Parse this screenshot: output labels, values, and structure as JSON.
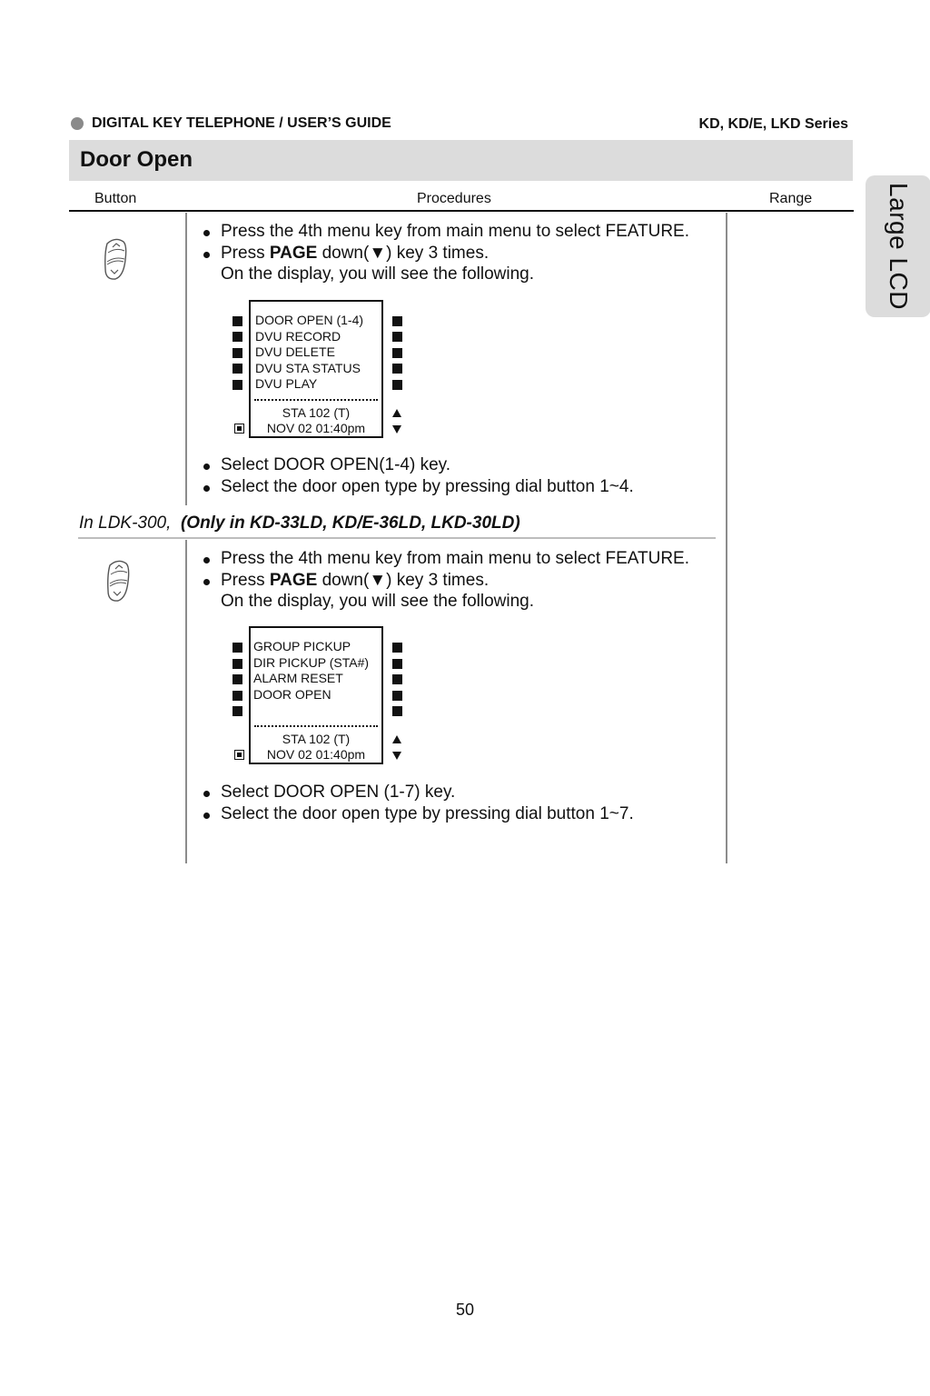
{
  "header": {
    "guide": "DIGITAL KEY TELEPHONE / USER’S GUIDE",
    "series": "KD, KD/E, LKD Series"
  },
  "title": "Door Open",
  "side_tab": "Large LCD",
  "columns": {
    "button": "Button",
    "procedures": "Procedures",
    "range": "Range"
  },
  "section1": {
    "step1": "Press the 4th menu key from main menu to select FEATURE.",
    "step2_pre": "Press ",
    "step2_bold": "PAGE",
    "step2_post": " down(▼) key 3 times.",
    "step2_sub": "On the display, you will see the following.",
    "lcd": {
      "line1": "DOOR OPEN (1-4)",
      "line2": "DVU RECORD",
      "line3": "DVU DELETE",
      "line4": "DVU STA STATUS",
      "line5": "DVU PLAY",
      "sta": "STA 102  (T)",
      "date": "NOV 02    01:40pm"
    },
    "step3": "Select DOOR OPEN(1-4) key.",
    "step4": "Select the door open type by pressing dial button 1~4."
  },
  "note": {
    "prefix": "In LDK-300,",
    "bold": "(Only in KD-33LD, KD/E-36LD, LKD-30LD)"
  },
  "section2": {
    "step1": "Press the 4th menu key from main menu to select FEATURE.",
    "step2_pre": "Press ",
    "step2_bold": "PAGE",
    "step2_post": " down(▼) key 3 times.",
    "step2_sub": "On the display, you will see the following.",
    "lcd": {
      "line1": "GROUP PICKUP",
      "line2": "DIR PICKUP (STA#)",
      "line3": "ALARM RESET",
      "line4": "DOOR OPEN",
      "sta": "STA 102  (T)",
      "date": "NOV 02    01:40pm"
    },
    "step3": "Select DOOR OPEN (1-7) key.",
    "step4": "Select the door open type by pressing dial button 1~7."
  },
  "page_number": "50"
}
